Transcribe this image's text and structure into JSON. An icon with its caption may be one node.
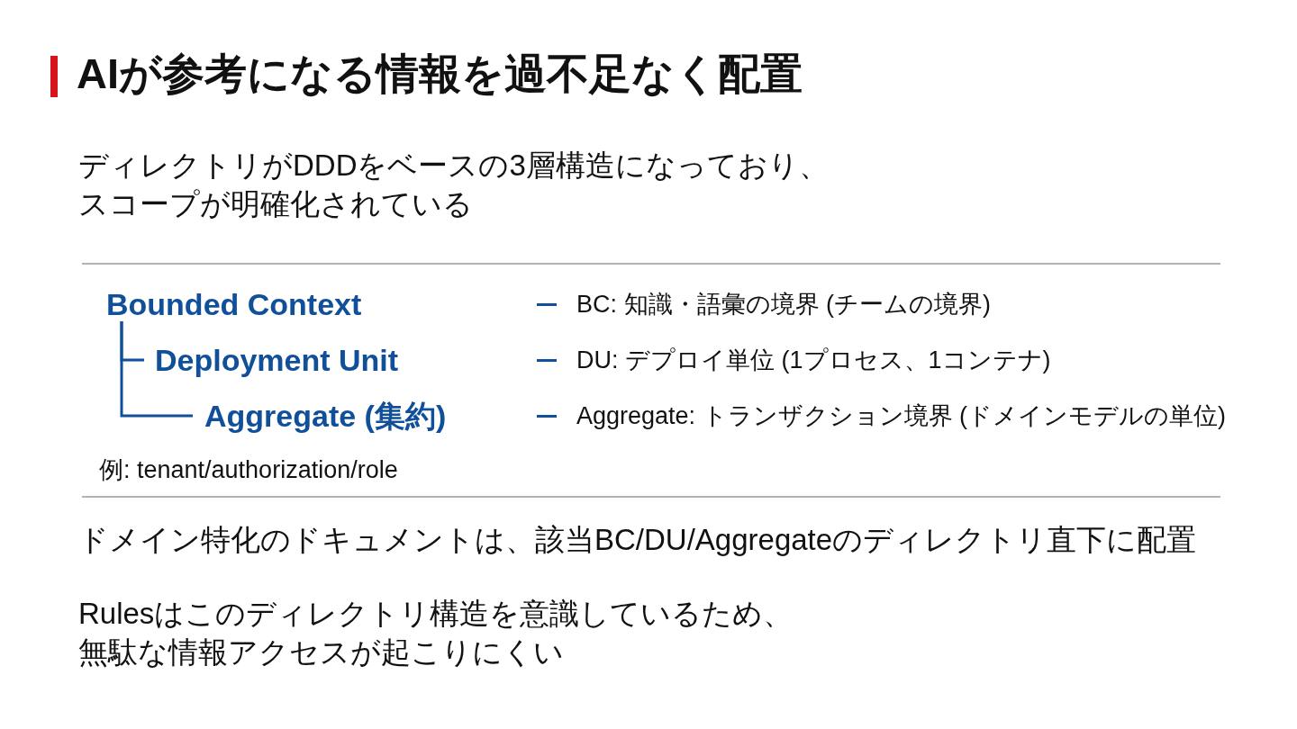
{
  "diagram": {
    "title": "AIが参考になる情報を過不足なく配置",
    "nodes": [
      {
        "text": [
          "Bounded Context"
        ]
      },
      {
        "text": [
          "Deployment Unit"
        ]
      },
      {
        "text": [
          "Aggregate (集約)"
        ]
      }
    ],
    "edges": [
      {
        "from": 0,
        "to": 1,
        "arrow": "none"
      },
      {
        "from": 0,
        "to": 2,
        "arrow": "none"
      }
    ],
    "labels": [
      "ディレクトリがDDDをベースの3層構造になっており、スコープが明確化されている",
      "BC: 知識・語彙の境界 (チームの境界)",
      "DU: デプロイ単位 (1プロセス、1コンテナ)",
      "Aggregate: トランザクション境界 (ドメインモデルの単位)",
      "例: tenant/authorization/role",
      "ドメイン特化のドキュメントは、該当BC/DU/Aggregateのディレクトリ直下に配置",
      "Rulesはこのディレクトリ構造を意識しているため、無駄な情報アクセスが起こりにくい"
    ]
  }
}
